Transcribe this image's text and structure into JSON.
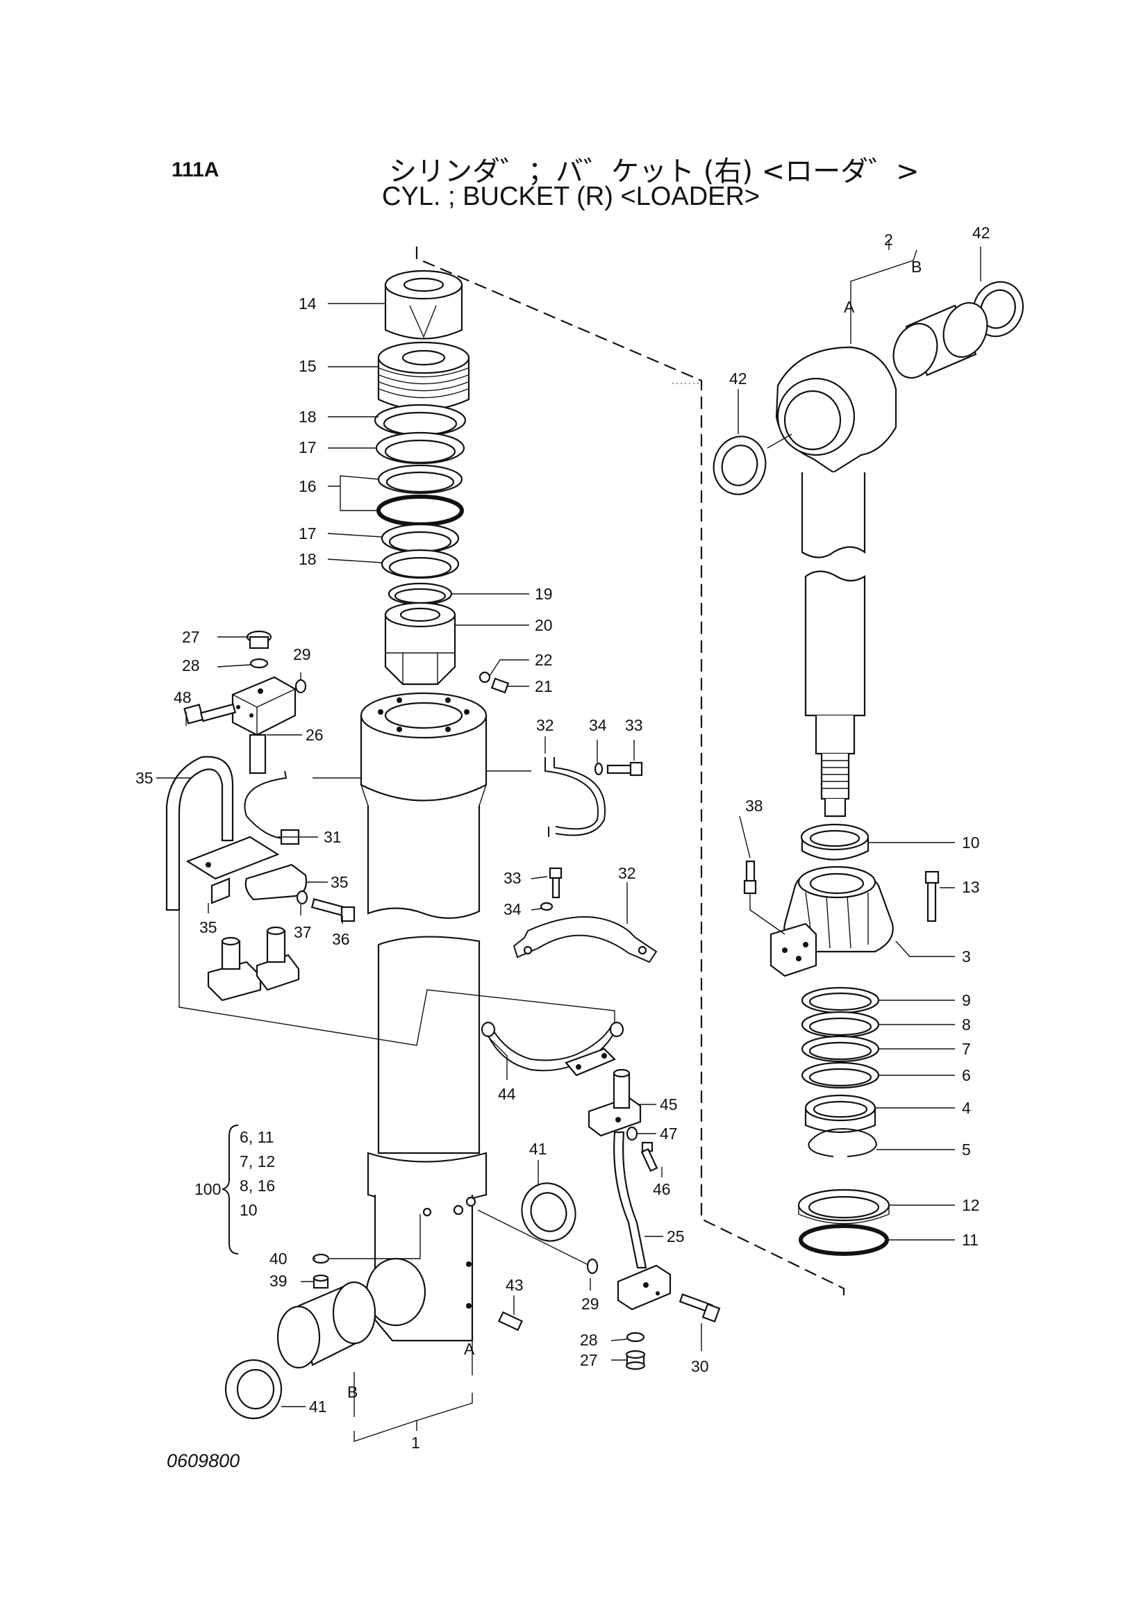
{
  "header": {
    "page_number": "111A",
    "title_jp": "シリンダ゛；バ゛ケット (右) <ローダ゛>",
    "title_en": "CYL. ; BUCKET (R) <LOADER>"
  },
  "footer": {
    "drawing_number": "0609800"
  },
  "callouts": {
    "c1": "1",
    "c2": "2",
    "c3": "3",
    "c4": "4",
    "c5": "5",
    "c6": "6",
    "c7": "7",
    "c8": "8",
    "c9": "9",
    "c10": "10",
    "c11": "11",
    "c12": "12",
    "c13": "13",
    "c14": "14",
    "c15": "15",
    "c16": "16",
    "c17a": "17",
    "c17b": "17",
    "c18a": "18",
    "c18b": "18",
    "c19": "19",
    "c20": "20",
    "c21": "21",
    "c22": "22",
    "c25": "25",
    "c26": "26",
    "c27a": "27",
    "c27b": "27",
    "c28a": "28",
    "c28b": "28",
    "c29a": "29",
    "c29b": "29",
    "c30": "30",
    "c31": "31",
    "c32a": "32",
    "c32b": "32",
    "c33a": "33",
    "c33b": "33",
    "c34a": "34",
    "c34b": "34",
    "c35a": "35",
    "c35b": "35",
    "c35c": "35",
    "c36": "36",
    "c37": "37",
    "c38": "38",
    "c39": "39",
    "c40": "40",
    "c41a": "41",
    "c41b": "41",
    "c42a": "42",
    "c42b": "42",
    "c43": "43",
    "c44": "44",
    "c45": "45",
    "c46": "46",
    "c47": "47",
    "c48": "48",
    "sub_a1": "A",
    "sub_b1": "B",
    "sub_a2": "A",
    "sub_b2": "B"
  },
  "kit": {
    "number": "100",
    "lines": [
      "6, 11",
      "7, 12",
      "8, 16",
      "10"
    ]
  }
}
